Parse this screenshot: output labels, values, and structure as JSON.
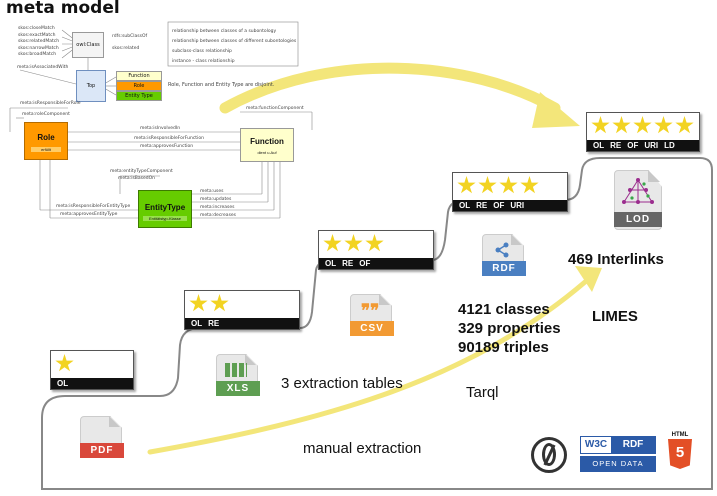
{
  "meta_model": {
    "title": "meta model",
    "left_labels": [
      "skos:closeMatch",
      "skos:exactMatch",
      "skos:relatedMatch",
      "skos:narrowMatch",
      "skos:broadMatch"
    ],
    "owl_class": "owl:Class",
    "subclassof": "rdfs:subClassOf",
    "skos_related": "skos:related",
    "legend": [
      "relationship between classes of a subontology",
      "relationship between classes of different subontologies",
      "subclass-class relationship",
      "instance - class relationship"
    ],
    "associated_with": "meta:isAssociatedWith",
    "top": "Top",
    "top_items": [
      "Function",
      "Role",
      "Entity Type"
    ],
    "disjoint_note": "Role, Function and Entity Type are disjoint.",
    "role": "Role",
    "role_sub": "erfüllt",
    "function": "Function",
    "function_sub": "dient u.Auf",
    "entity_type": "EntityType",
    "entity_sub": "Entitätstyp-Klasse",
    "edges": {
      "responsible_for_role": "meta:isResponsibleForRole",
      "role_component": "meta:roleComponent",
      "function_component": "meta:functionComponent",
      "involved_in": "meta:isInvolvedIn",
      "responsible_for_function": "meta:isResponsibleForFunction",
      "approves_function": "meta:approvesFunction",
      "entity_type_component": "meta:entityTypeComponent",
      "is_based_on": "meta:isBasedOn",
      "uses": "meta:uses",
      "updates": "meta:updates",
      "increases": "meta:increases",
      "decreases": "meta:decreases",
      "responsible_for_entity_type": "meta:isResponsibleForEntityType",
      "approves_entity_type": "meta:approvesEntityType"
    }
  },
  "badges": {
    "b1": [
      "OL"
    ],
    "b2": [
      "OL",
      "RE"
    ],
    "b3": [
      "OL",
      "RE",
      "OF"
    ],
    "b4": [
      "OL",
      "RE",
      "OF",
      "URI"
    ],
    "b5": [
      "OL",
      "RE",
      "OF",
      "URI",
      "LD"
    ]
  },
  "icons": {
    "pdf": "PDF",
    "xls": "XLS",
    "csv": "CSV",
    "rdf": "RDF",
    "lod": "LOD"
  },
  "labels": {
    "manual": "manual extraction",
    "tables": "3 extraction tables",
    "tarql": "Tarql",
    "classes": "4121 classes",
    "properties": "329 properties",
    "triples": "90189 triples",
    "interlinks": "469 Interlinks",
    "limes": "LIMES"
  },
  "logos": {
    "w3c": "W3C",
    "w3c_rdf": "RDF",
    "open_data": "OPEN DATA",
    "html": "HTML",
    "html_version": "5"
  },
  "colors": {
    "star": "#f2d322",
    "arrow": "#f3e67a",
    "pdf": "#d9483b",
    "xls": "#5e9e52",
    "csv": "#f29a33",
    "rdf": "#4a7fc1",
    "role": "#ff9900",
    "function": "#ffffcc",
    "entity": "#66cc00"
  }
}
